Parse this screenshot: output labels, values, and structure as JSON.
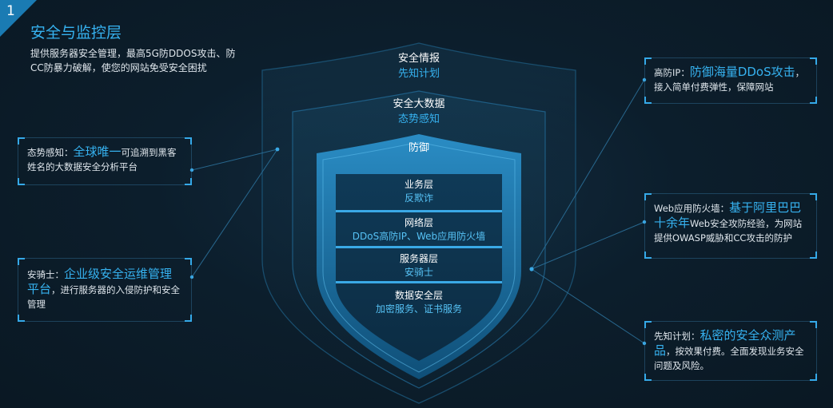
{
  "section": {
    "number": "1",
    "title": "安全与监控层",
    "description": "提供服务器安全管理，最高5G防DDOS攻击、防CC防暴力破解，使您的网站免受安全困扰"
  },
  "tiers": [
    {
      "title": "安全情报",
      "subtitle": "先知计划"
    },
    {
      "title": "安全大数据",
      "subtitle": "态势感知"
    },
    {
      "title": "防御",
      "subtitle": ""
    }
  ],
  "layers": [
    {
      "title": "业务层",
      "subtitle": "反欺诈"
    },
    {
      "title": "网络层",
      "subtitle": "DDoS高防IP、Web应用防火墙"
    },
    {
      "title": "服务器层",
      "subtitle": "安骑士"
    },
    {
      "title": "数据安全层",
      "subtitle": "加密服务、证书服务"
    }
  ],
  "cards": {
    "situation": {
      "label": "态势感知：",
      "highlight": "全球唯一",
      "text": "可追溯到黑客姓名的大数据安全分析平台"
    },
    "guard": {
      "label": "安骑士：",
      "highlight": "企业级安全运维管理平台",
      "text": "，进行服务器的入侵防护和安全管理"
    },
    "antiddos": {
      "label": "高防IP：",
      "highlight": "防御海量DDoS攻击",
      "text": "，接入简单付费弹性，保障网站"
    },
    "waf": {
      "label": "Web应用防火墙：",
      "highlight": "基于阿里巴巴十余年",
      "text": "Web安全攻防经验，为网站提供OWASP威胁和CC攻击的防护"
    },
    "xianzhi": {
      "label": "先知计划：",
      "highlight": "私密的安全众测产品",
      "text": "，按效果付费。全面发现业务安全问题及风险。"
    }
  },
  "colors": {
    "accent": "#36b2f0",
    "background": "#0b1b28",
    "corner": "#1a7bb3"
  }
}
